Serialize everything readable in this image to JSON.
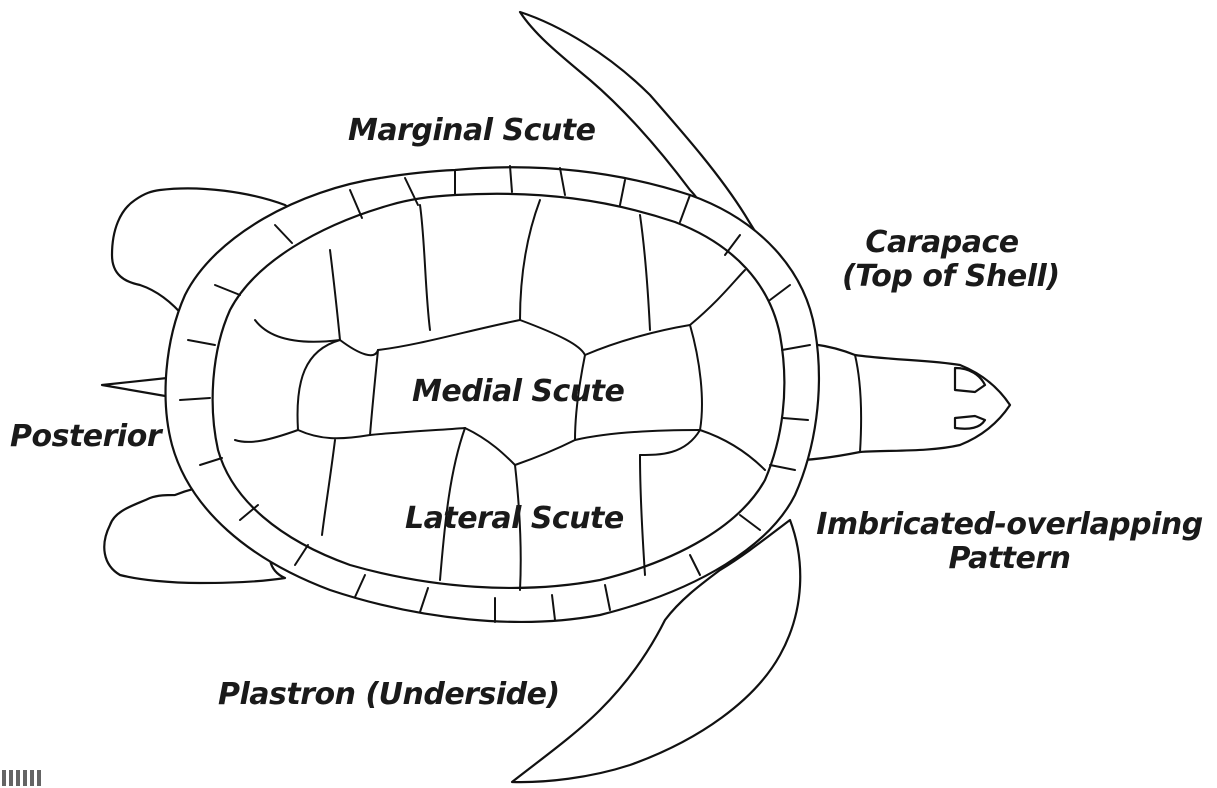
{
  "diagram": {
    "labels": {
      "marginal_scute": "Marginal Scute",
      "carapace_line1": "Carapace",
      "carapace_line2": "(Top of Shell)",
      "medial_scute": "Medial Scute",
      "posterior": "Posterior",
      "lateral_scute": "Lateral Scute",
      "imbricated_line1": "Imbricated-overlapping",
      "imbricated_line2": "Pattern",
      "plastron": "Plastron (Underside)"
    }
  }
}
